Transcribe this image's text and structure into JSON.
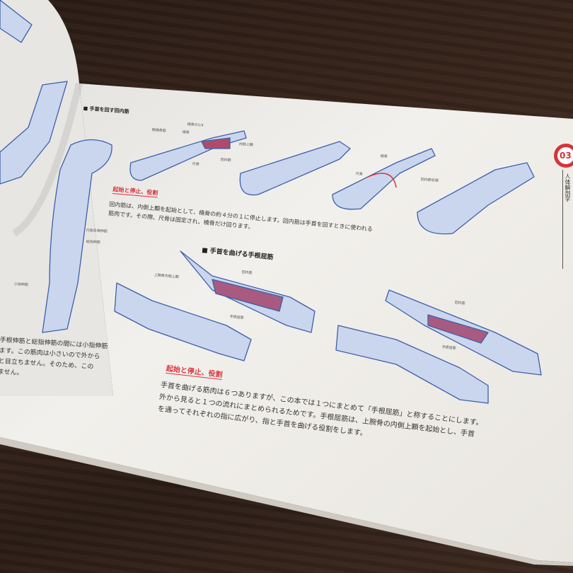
{
  "right_page": {
    "section1": {
      "heading": "■ 手首を回す回内筋",
      "labels": [
        "腕橈骨筋",
        "橈骨",
        "橈骨の1/4",
        "内側上顆",
        "回内筋",
        "尺骨"
      ],
      "labels2": [
        "橈骨",
        "尺骨",
        "回内筋収縮"
      ],
      "subheading": "起始と停止、役割",
      "body": [
        "回内筋は、内側上顆を起始として、橈骨の約４分の１に停止します。回内筋は手首を回すときに使われる",
        "筋肉です。その際、尺骨は固定され、橈骨だけ回ります。"
      ]
    },
    "arm_labels": [
      "尺側手根伸筋",
      "総指伸筋",
      "小指伸筋"
    ],
    "section2": {
      "heading": "■ 手首を曲げる手根屈筋",
      "labels": [
        "上腕骨内側上顆",
        "回内筋",
        "手根屈筋"
      ],
      "labels2": [
        "回内筋",
        "手根屈筋"
      ],
      "subheading": "起始と停止、役割",
      "body": [
        "手首を曲げる筋肉は６つありますが、この本では１つにまとめて「手根屈筋」と称することにします。",
        "外から見ると１つの流れにまとめられるためです。手根屈筋は、上腕骨の内側上顆を起始とし、手首",
        "を通ってそれぞれの指に広がり、指と手首を曲げる役割をします。"
      ]
    },
    "chapter_badge": "03",
    "chapter_title": "人体解剖学"
  },
  "left_page": {
    "body": [
      "手根伸筋と総指伸筋の間には小指伸筋",
      "ます。この筋肉は小さいので外から",
      "と目立ちません。そのため、この",
      "ません。"
    ]
  },
  "colors": {
    "accent": "#d8323a",
    "paper": "#f1efea",
    "wood": "#2f2019",
    "ink_blue": "#3e5fa8"
  }
}
